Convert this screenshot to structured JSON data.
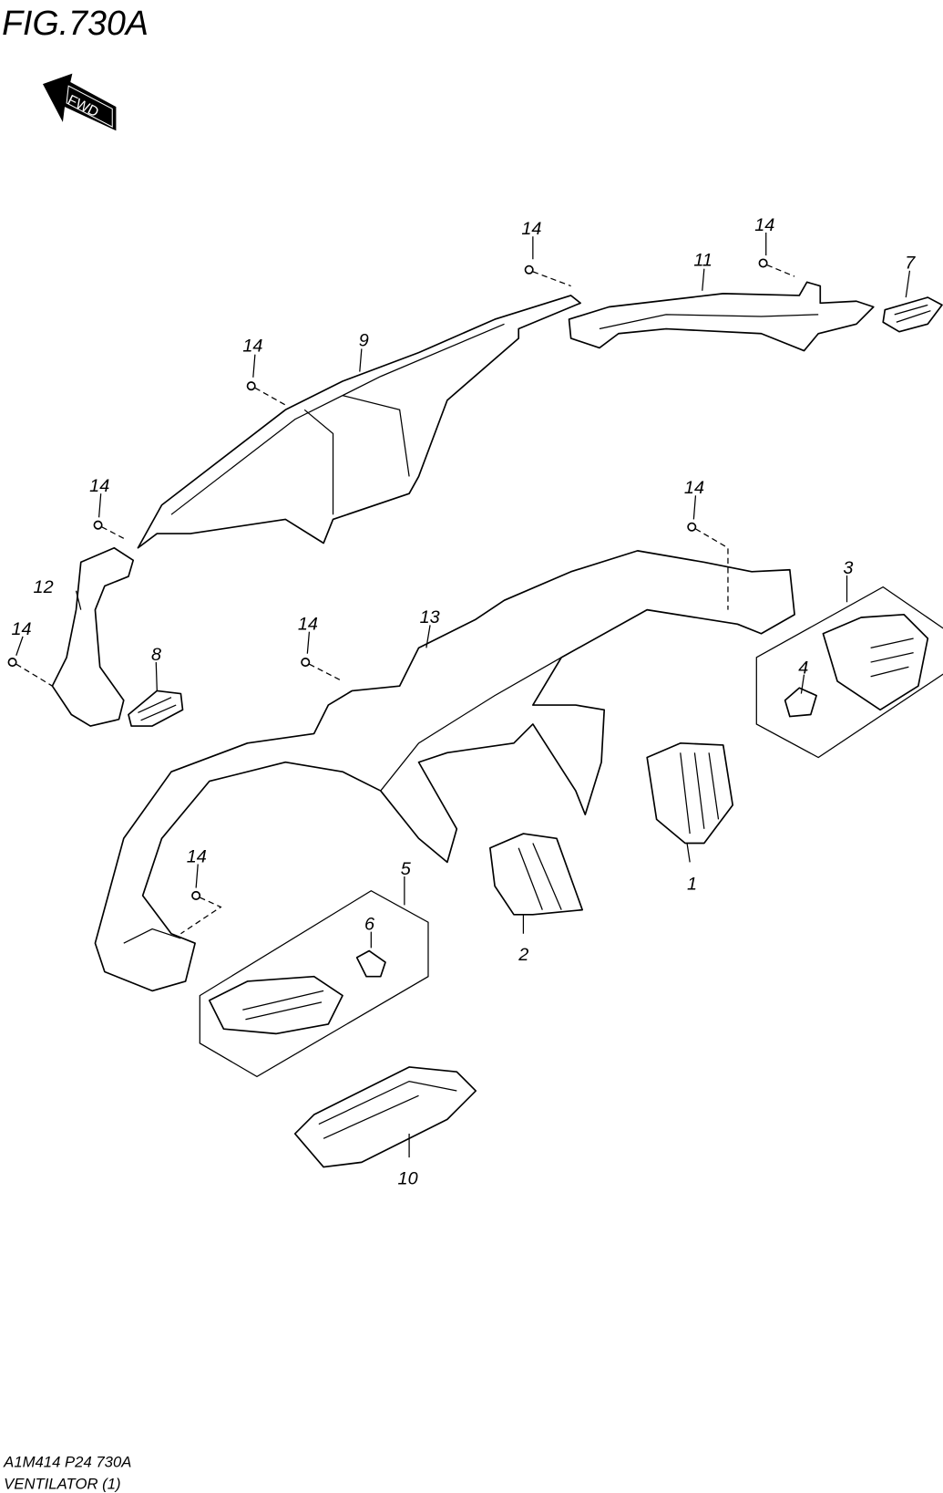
{
  "header": {
    "figure_title": "FIG.730A",
    "fwd_label": "FWD"
  },
  "callouts": [
    "14",
    "14",
    "11",
    "7",
    "9",
    "14",
    "14",
    "14",
    "12",
    "14",
    "8",
    "13",
    "14",
    "3",
    "4",
    "1",
    "14",
    "5",
    "6",
    "2",
    "10"
  ],
  "footer": {
    "code": "A1M414 P24 730A",
    "caption": "VENTILATOR (1)"
  }
}
